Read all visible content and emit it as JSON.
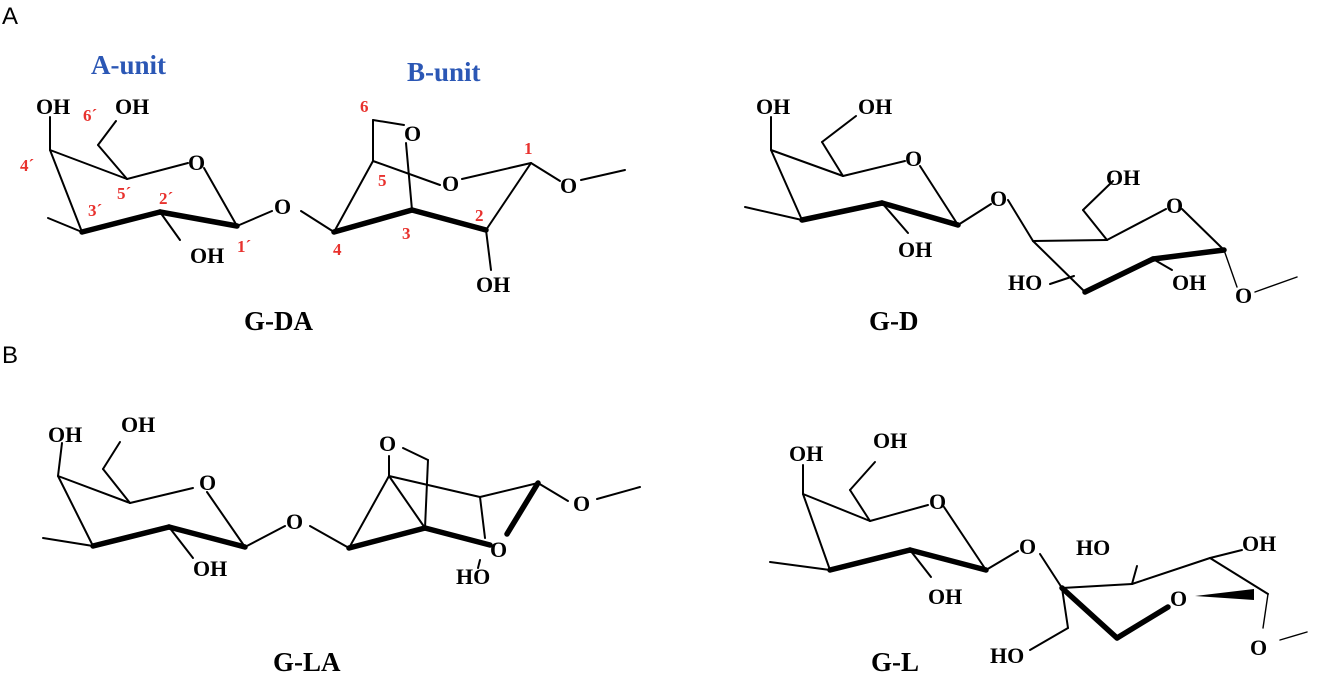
{
  "panels": {
    "a": "A",
    "b": "B"
  },
  "units": {
    "a_unit": "A-unit",
    "b_unit": "B-unit",
    "color": "#2b57b5"
  },
  "number_color": "#e8322e",
  "structures": {
    "g_da": {
      "name": "G-DA",
      "atoms": {
        "a_oh4": "OH",
        "a_oh6": "OH",
        "a_ring_o": "O",
        "a_oh2": "OH",
        "glyco_o": "O",
        "b_bridge_o": "O",
        "b_ring_o": "O",
        "b_anomeric_o": "O",
        "b_oh2": "OH"
      },
      "numbers": {
        "n6p": "6´",
        "n4p": "4´",
        "n5p": "5´",
        "n3p": "3´",
        "n2p": "2´",
        "n1p": "1´",
        "n6": "6",
        "n5": "5",
        "n4": "4",
        "n3": "3",
        "n2": "2",
        "n1": "1"
      }
    },
    "g_d": {
      "name": "G-D",
      "atoms": {
        "a_oh4": "OH",
        "a_oh6": "OH",
        "a_ring_o": "O",
        "a_oh2": "OH",
        "glyco_o": "O",
        "b_oh6": "OH",
        "b_ring_o": "O",
        "b_ho3": "HO",
        "b_oh2": "OH",
        "b_anomeric_o": "O"
      }
    },
    "g_la": {
      "name": "G-LA",
      "atoms": {
        "a_oh4": "OH",
        "a_oh6": "OH",
        "a_ring_o": "O",
        "a_oh2": "OH",
        "glyco_o": "O",
        "b_bridge_o": "O",
        "b_ring_o": "O",
        "b_ho2": "HO",
        "b_anomeric_o": "O"
      }
    },
    "g_l": {
      "name": "G-L",
      "atoms": {
        "a_oh4": "OH",
        "a_oh6": "OH",
        "a_ring_o": "O",
        "a_oh2": "OH",
        "glyco_o": "O",
        "b_ho4": "HO",
        "b_oh1": "OH",
        "b_ring_o": "O",
        "b_ho6": "HO",
        "b_anomeric_o": "O"
      }
    }
  }
}
